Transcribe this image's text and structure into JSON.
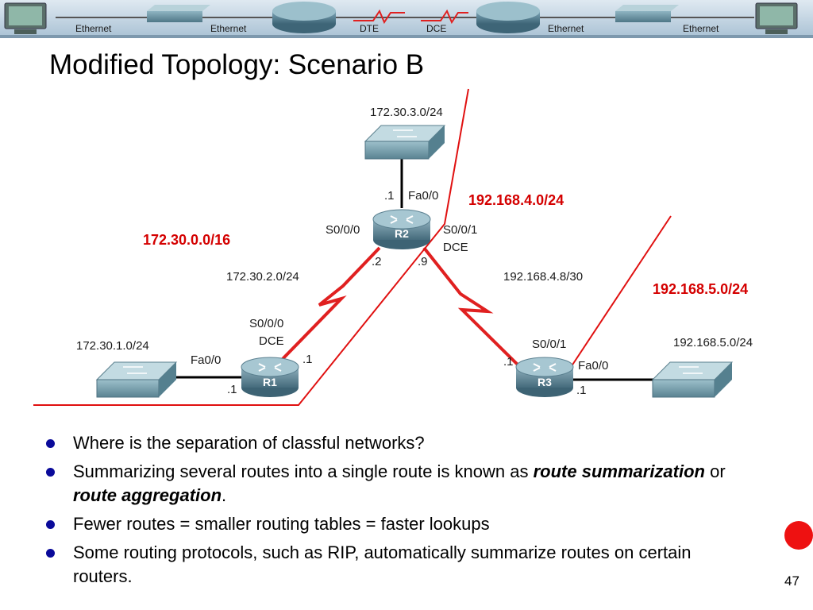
{
  "banner": {
    "labels": [
      "Ethernet",
      "Ethernet",
      "DTE",
      "DCE",
      "Ethernet",
      "Ethernet"
    ]
  },
  "title": "Modified Topology: Scenario B",
  "diagram": {
    "summary_labels": {
      "left": "172.30.0.0/16",
      "r2_right": "192.168.4.0/24",
      "r3_right": "192.168.5.0/24"
    },
    "lans": {
      "top": "172.30.3.0/24",
      "left": "172.30.1.0/24",
      "right": "192.168.5.0/24"
    },
    "routers": {
      "r1": "R1",
      "r2": "R2",
      "r3": "R3"
    },
    "links": {
      "r1_r2_net": "172.30.2.0/24",
      "r2_r3_net": "192.168.4.8/30"
    },
    "interfaces": {
      "r2_fa_host": ".1",
      "r2_fa": "Fa0/0",
      "r2_s000": "S0/0/0",
      "r2_s001": "S0/0/1",
      "r2_dce": "DCE",
      "r2_s000_host": ".2",
      "r2_s001_host": ".9",
      "r1_s000": "S0/0/0",
      "r1_dce": "DCE",
      "r1_s_host": ".1",
      "r1_fa": "Fa0/0",
      "r1_fa_host": ".1",
      "r3_s001": "S0/0/1",
      "r3_s_host": ".1",
      "r3_fa": "Fa0/0",
      "r3_fa_host": ".1"
    }
  },
  "bullets": {
    "b1": "Where is the separation of classful networks?",
    "b2_pre": "Summarizing several routes into a single route is known as ",
    "b2_em1": "route summarization",
    "b2_mid": " or ",
    "b2_em2": "route aggregation",
    "b2_post": ".",
    "b3": "Fewer routes = smaller routing tables = faster lookups",
    "b4": "Some routing protocols, such as RIP, automatically summarize routes on certain routers."
  },
  "page_number": "47",
  "colors": {
    "red_line": "#e01010",
    "serial_link": "#e02020",
    "bullet": "#0a0a9a",
    "banner_bg": "#b8cfe0"
  }
}
